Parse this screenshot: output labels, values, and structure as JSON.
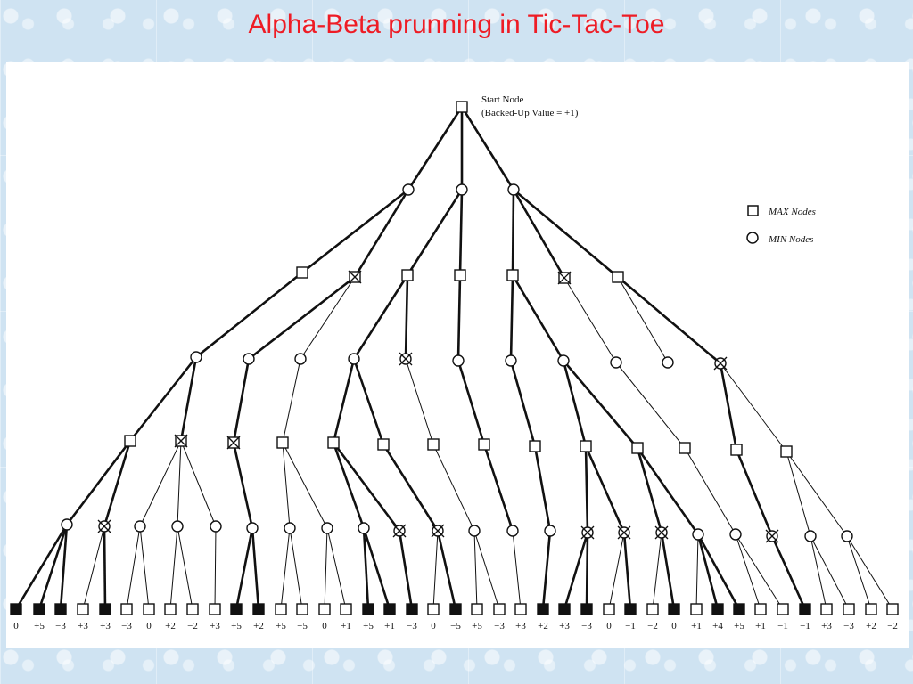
{
  "slide": {
    "title": "Alpha-Beta prunning in Tic-Tac-Toe"
  },
  "diagram": {
    "start_label_line1": "Start Node",
    "start_label_line2": "(Backed-Up Value = +1)",
    "legend": {
      "max_nodes": "MAX Nodes",
      "min_nodes": "MIN Nodes"
    },
    "leaf_values": [
      "0",
      "+5",
      "−3",
      "+3",
      "+3",
      "−3",
      "0",
      "+2",
      "−2",
      "+3",
      "+5",
      "+2",
      "+5",
      "−5",
      "0",
      "+1",
      "+5",
      "+1",
      "−3",
      "0",
      "−5",
      "+5",
      "−3",
      "+3",
      "+2",
      "+3",
      "−3",
      "0",
      "−1",
      "−2",
      "0",
      "+1",
      "+4",
      "+5",
      "+1",
      "−1",
      "−1",
      "+3",
      "−3",
      "+2",
      "−2"
    ],
    "leaf_filled": [
      true,
      true,
      true,
      false,
      true,
      false,
      false,
      false,
      false,
      false,
      true,
      true,
      false,
      false,
      false,
      false,
      true,
      true,
      true,
      false,
      true,
      false,
      false,
      false,
      true,
      true,
      true,
      false,
      true,
      false,
      true,
      false,
      true,
      true,
      false,
      false,
      true,
      false,
      false,
      false,
      false
    ],
    "colors": {
      "title": "#ee1c25",
      "line": "#111111",
      "background": "#cfe3f2",
      "panel": "#ffffff"
    }
  }
}
